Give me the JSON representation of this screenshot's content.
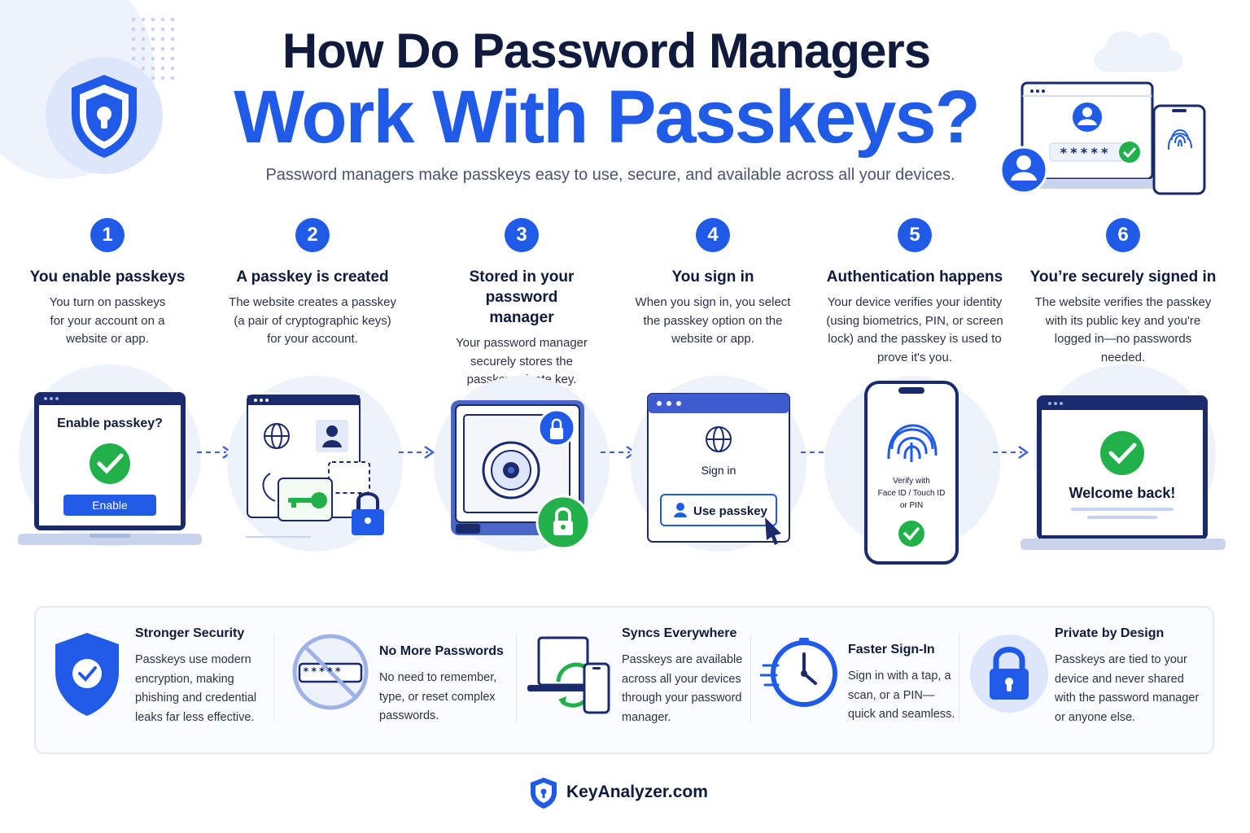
{
  "header": {
    "title_line1": "How Do Password Managers",
    "title_line2": "Work With Passkeys?",
    "subtitle": "Password managers make passkeys easy to use, secure, and available across all your devices."
  },
  "hero": {
    "password_mask": "*****"
  },
  "steps": [
    {
      "num": "1",
      "title": "You enable passkeys",
      "desc": "You turn on passkeys for your account on a website or app.",
      "screen_prompt": "Enable passkey?",
      "button_label": "Enable"
    },
    {
      "num": "2",
      "title": "A passkey is created",
      "desc": "The website creates a passkey (a pair of cryptographic keys) for your account."
    },
    {
      "num": "3",
      "title": "Stored in your password manager",
      "desc": "Your password manager securely stores the passkey private key."
    },
    {
      "num": "4",
      "title": "You sign in",
      "desc": "When you sign in, you select the passkey option on the website or app.",
      "screen_label": "Sign in",
      "button_label": "Use passkey"
    },
    {
      "num": "5",
      "title": "Authentication happens",
      "desc": "Your device verifies your identity (using biometrics, PIN, or screen lock) and the passkey is used to prove it's you.",
      "phone_line1": "Verify with",
      "phone_line2": "Face ID / Touch ID",
      "phone_line3": "or PIN"
    },
    {
      "num": "6",
      "title": "You’re securely signed in",
      "desc": "The website verifies the passkey with its public key and you're logged in—no passwords needed.",
      "screen_label": "Welcome back!"
    }
  ],
  "features": [
    {
      "title": "Stronger Security",
      "desc": "Passkeys use modern encryption, making phishing and credential leaks far less effective.",
      "icon": "shield-check-icon"
    },
    {
      "title": "No More Passwords",
      "desc": "No need to remember, type, or reset complex passwords.",
      "icon": "no-password-icon",
      "mask": "*****"
    },
    {
      "title": "Syncs Everywhere",
      "desc": "Passkeys are available across all your devices through your password manager.",
      "icon": "sync-devices-icon"
    },
    {
      "title": "Faster Sign-In",
      "desc": "Sign in with a tap, a scan, or a PIN—quick and seamless.",
      "icon": "fast-clock-icon"
    },
    {
      "title": "Private by Design",
      "desc": "Passkeys are tied to your device and never shared with the password manager or anyone else.",
      "icon": "padlock-icon"
    }
  ],
  "footer": {
    "brand": "KeyAnalyzer.com"
  },
  "colors": {
    "primary": "#1f5be6",
    "green": "#22b04b",
    "dark": "#0f1a3c",
    "light_bg": "#eef2fb"
  }
}
